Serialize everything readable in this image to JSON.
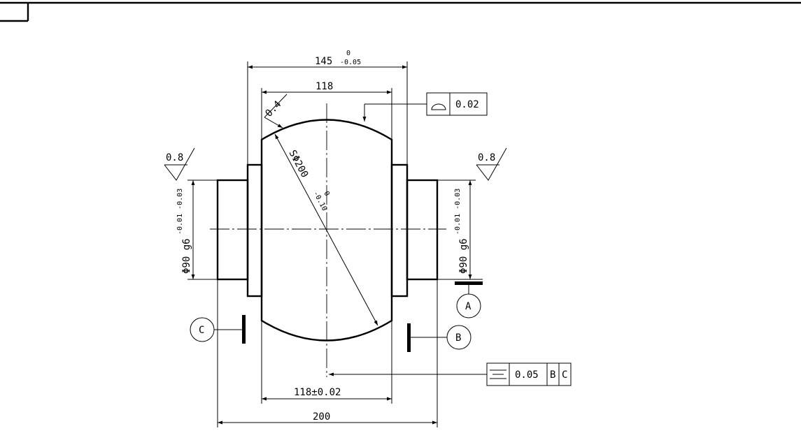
{
  "dimensions": {
    "overall_width": "145",
    "overall_tol_upper": "0",
    "overall_tol_lower": "-0.05",
    "ball_width": "118",
    "ball_width_lower": "118±0.02",
    "total_length": "200",
    "sphere_diameter": "SΦ200",
    "sphere_tol_upper": "0",
    "sphere_tol_lower": "-0.10",
    "left_shaft_dia": "Φ90 g6",
    "left_shaft_tol": "-0.01 -0.03",
    "right_shaft_dia": "Φ90 g6",
    "right_shaft_tol": "-0.01 -0.03",
    "chamfer": "0.4"
  },
  "surface_finish": {
    "left_value": "0.8",
    "right_value": "0.8"
  },
  "tolerance_frames": {
    "profile": {
      "symbol": "profile-of-surface",
      "value": "0.02"
    },
    "symmetry": {
      "symbol": "symmetry",
      "value": "0.05",
      "datum1": "B",
      "datum2": "C"
    }
  },
  "datums": {
    "a": "A",
    "b": "B",
    "c": "C"
  }
}
